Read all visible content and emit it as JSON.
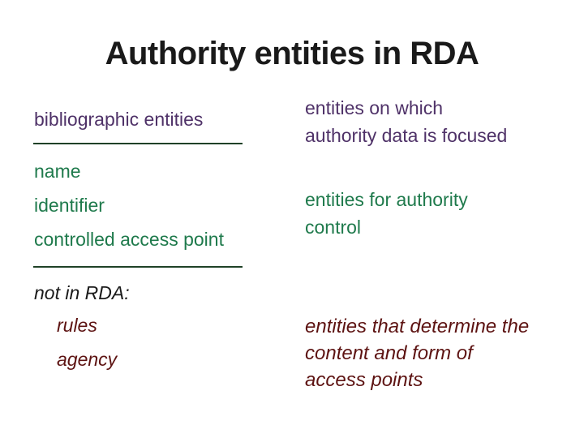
{
  "slide": {
    "title": "Authority entities in RDA",
    "left": {
      "bibliographic_label": "bibliographic entities",
      "rda_items": [
        "name",
        "identifier",
        "controlled access point"
      ],
      "not_in_rda_heading": "not in RDA:",
      "not_in_rda_items": [
        "rules",
        "agency"
      ]
    },
    "right": {
      "focus_note": "entities on which\nauthority data is focused",
      "control_note": "entities for authority\ncontrol",
      "access_note": "entities that determine the\ncontent and form of\naccess points"
    },
    "colors": {
      "background": "#ffffff",
      "title": "#1a1a1a",
      "purple": "#4f3268",
      "green": "#1f7a4c",
      "maroon": "#5d1312",
      "black_italic": "#1a1a1a",
      "divider": "#1f4127"
    }
  }
}
